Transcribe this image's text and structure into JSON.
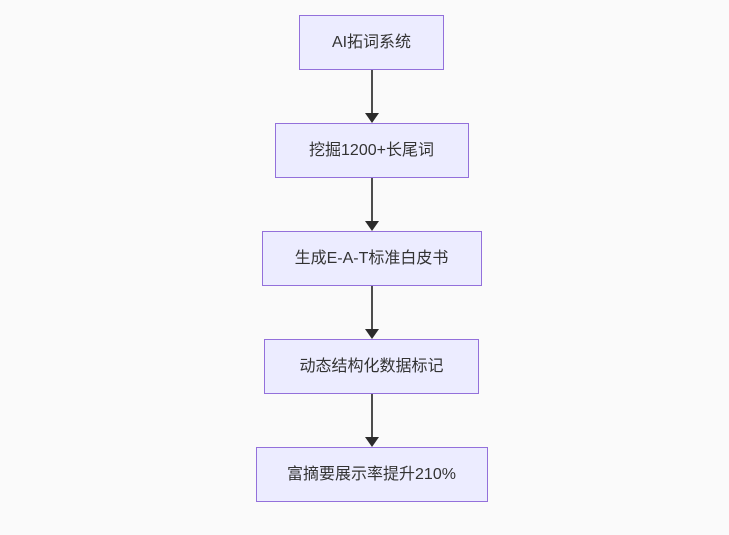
{
  "page": {
    "background_color": "#fafafa"
  },
  "flowchart": {
    "type": "vertical-flow",
    "node_fill_color": "#ECECFF",
    "node_border_color": "#9370DB",
    "node_text_color": "#333333",
    "arrow_color": "#333333",
    "nodes": [
      {
        "label": "AI拓词系统"
      },
      {
        "label": "挖掘1200+长尾词"
      },
      {
        "label": "生成E-A-T标准白皮书"
      },
      {
        "label": "动态结构化数据标记"
      },
      {
        "label": "富摘要展示率提升210%"
      }
    ]
  }
}
